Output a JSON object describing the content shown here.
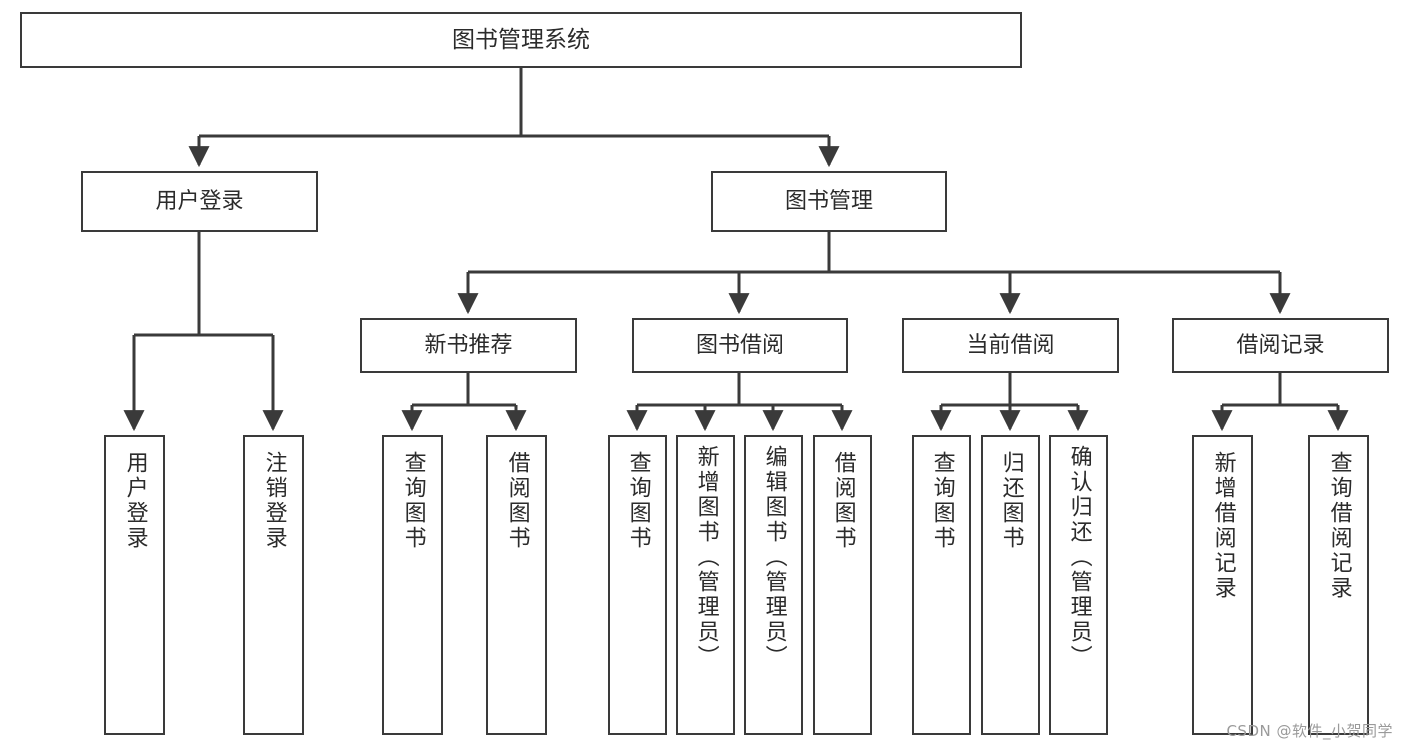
{
  "diagram": {
    "title": "图书管理系统",
    "root": {
      "label": "图书管理系统"
    },
    "level1": [
      {
        "label": "用户登录"
      },
      {
        "label": "图书管理"
      }
    ],
    "level2": [
      {
        "label": "新书推荐"
      },
      {
        "label": "图书借阅"
      },
      {
        "label": "当前借阅"
      },
      {
        "label": "借阅记录"
      }
    ],
    "leaves": [
      {
        "label": "用户登录",
        "parent": "用户登录"
      },
      {
        "label": "注销登录",
        "parent": "用户登录"
      },
      {
        "label": "查询图书",
        "parent": "新书推荐"
      },
      {
        "label": "借阅图书",
        "parent": "新书推荐"
      },
      {
        "label": "查询图书",
        "parent": "图书借阅"
      },
      {
        "label": "新增图书（管理员）",
        "parent": "图书借阅"
      },
      {
        "label": "编辑图书（管理员）",
        "parent": "图书借阅"
      },
      {
        "label": "借阅图书",
        "parent": "图书借阅"
      },
      {
        "label": "查询图书",
        "parent": "当前借阅"
      },
      {
        "label": "归还图书",
        "parent": "当前借阅"
      },
      {
        "label": "确认归还（管理员）",
        "parent": "当前借阅"
      },
      {
        "label": "新增借阅记录",
        "parent": "借阅记录"
      },
      {
        "label": "查询借阅记录",
        "parent": "借阅记录"
      }
    ]
  },
  "watermark": {
    "text": "CSDN @软件_小贺同学"
  },
  "colors": {
    "stroke": "#3a3a3a",
    "background": "#ffffff",
    "text": "#2b2b2b",
    "watermark": "#9a9a9a"
  }
}
